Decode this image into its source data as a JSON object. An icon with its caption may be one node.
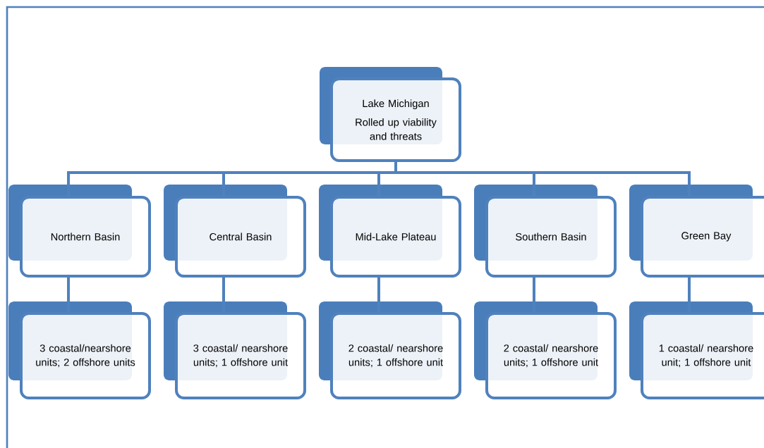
{
  "diagram": {
    "nodes": [
      {
        "text": [
          "Lake Michigan",
          "Rolled up viability and threats"
        ]
      },
      {
        "text": [
          "Northern Basin"
        ]
      },
      {
        "text": [
          "Central Basin"
        ]
      },
      {
        "text": [
          "Mid-Lake Plateau"
        ]
      },
      {
        "text": [
          "Southern Basin"
        ]
      },
      {
        "text": [
          "Green Bay"
        ]
      },
      {
        "text": [
          "3 coastal/nearshore units; 2 offshore units"
        ]
      },
      {
        "text": [
          "3 coastal/ nearshore units; 1 offshore unit"
        ]
      },
      {
        "text": [
          "2 coastal/ nearshore units; 1 offshore unit"
        ]
      },
      {
        "text": [
          "2 coastal/ nearshore units; 1 offshore unit"
        ]
      },
      {
        "text": [
          "1 coastal/ nearshore unit; 1 offshore unit"
        ]
      }
    ],
    "edges": [
      {
        "from": 0,
        "to": 1,
        "arrow": "none"
      },
      {
        "from": 0,
        "to": 2,
        "arrow": "none"
      },
      {
        "from": 0,
        "to": 3,
        "arrow": "none"
      },
      {
        "from": 0,
        "to": 4,
        "arrow": "none"
      },
      {
        "from": 0,
        "to": 5,
        "arrow": "none"
      },
      {
        "from": 1,
        "to": 6,
        "arrow": "none"
      },
      {
        "from": 2,
        "to": 7,
        "arrow": "none"
      },
      {
        "from": 3,
        "to": 8,
        "arrow": "none"
      },
      {
        "from": 4,
        "to": 9,
        "arrow": "none"
      },
      {
        "from": 5,
        "to": 10,
        "arrow": "none"
      }
    ]
  }
}
